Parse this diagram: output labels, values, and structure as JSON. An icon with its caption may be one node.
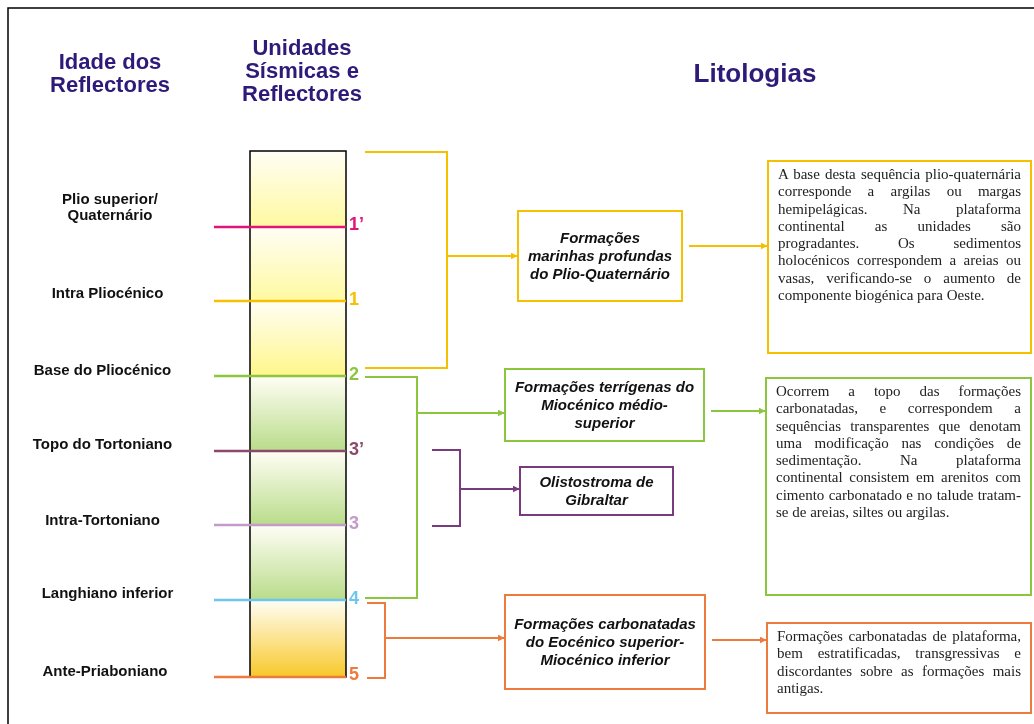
{
  "diagram": {
    "nodes": [
      {
        "text": [
          "Formações marinhas profundas do Plio-Quaternário"
        ]
      },
      {
        "text": [
          "A base desta sequência plio-quaternária corresponde a argilas ou margas hemipelágicas. Na plataforma continental as unidades são progradantes. Os sedimentos holocénicos correspondem a areias ou vasas, verificando-se o aumento de componente biogénica para Oeste."
        ]
      },
      {
        "text": [
          "Formações terrígenas do Miocénico médio-superior"
        ]
      },
      {
        "text": [
          "Ocorrem a topo das formações carbonatadas, e correspondem a sequências transparentes que denotam uma modificação nas condições de sedimentação. Na plataforma continental consistem em arenitos com cimento carbonatado e no talude tratam-se de areias, siltes ou argilas."
        ]
      },
      {
        "text": [
          "Olistostroma de Gibraltar"
        ]
      },
      {
        "text": [
          "Formações carbonatadas do Eocénico superior-Miocénico inferior"
        ]
      },
      {
        "text": [
          "Formações carbonatadas de plataforma, bem estratificadas, transgressivas e discordantes sobre as formações mais antigas."
        ]
      },
      {
        "text": [],
        "shape": "bracket"
      },
      {
        "text": [],
        "shape": "bracket"
      },
      {
        "text": [],
        "shape": "bracket"
      },
      {
        "text": [],
        "shape": "bracket"
      }
    ],
    "edges": [
      {
        "from": 7,
        "to": 0,
        "arrow": "to",
        "color": "#f5c000"
      },
      {
        "from": 0,
        "to": 1,
        "arrow": "to",
        "color": "#f5c000"
      },
      {
        "from": 8,
        "to": 2,
        "arrow": "to",
        "color": "#8cc63f"
      },
      {
        "from": 2,
        "to": 3,
        "arrow": "to",
        "color": "#8cc63f"
      },
      {
        "from": 9,
        "to": 4,
        "arrow": "to",
        "color": "#7a3b7e"
      },
      {
        "from": 10,
        "to": 5,
        "arrow": "to",
        "color": "#ee7b3e"
      },
      {
        "from": 5,
        "to": 6,
        "arrow": "to",
        "color": "#ee7b3e"
      }
    ],
    "labels": [
      "Idade dos Reflectores",
      "Unidades Sísmicas e Reflectores",
      "Litologias",
      "Plio superior/ Quaternário",
      "1’",
      "Intra Pliocénico",
      "1",
      "Base do Pliocénico",
      "2",
      "Topo do Tortoniano",
      "3’",
      "Intra-Tortoniano",
      "3",
      "Langhiano inferior",
      "4",
      "Ante-Priaboniano",
      "5"
    ]
  }
}
